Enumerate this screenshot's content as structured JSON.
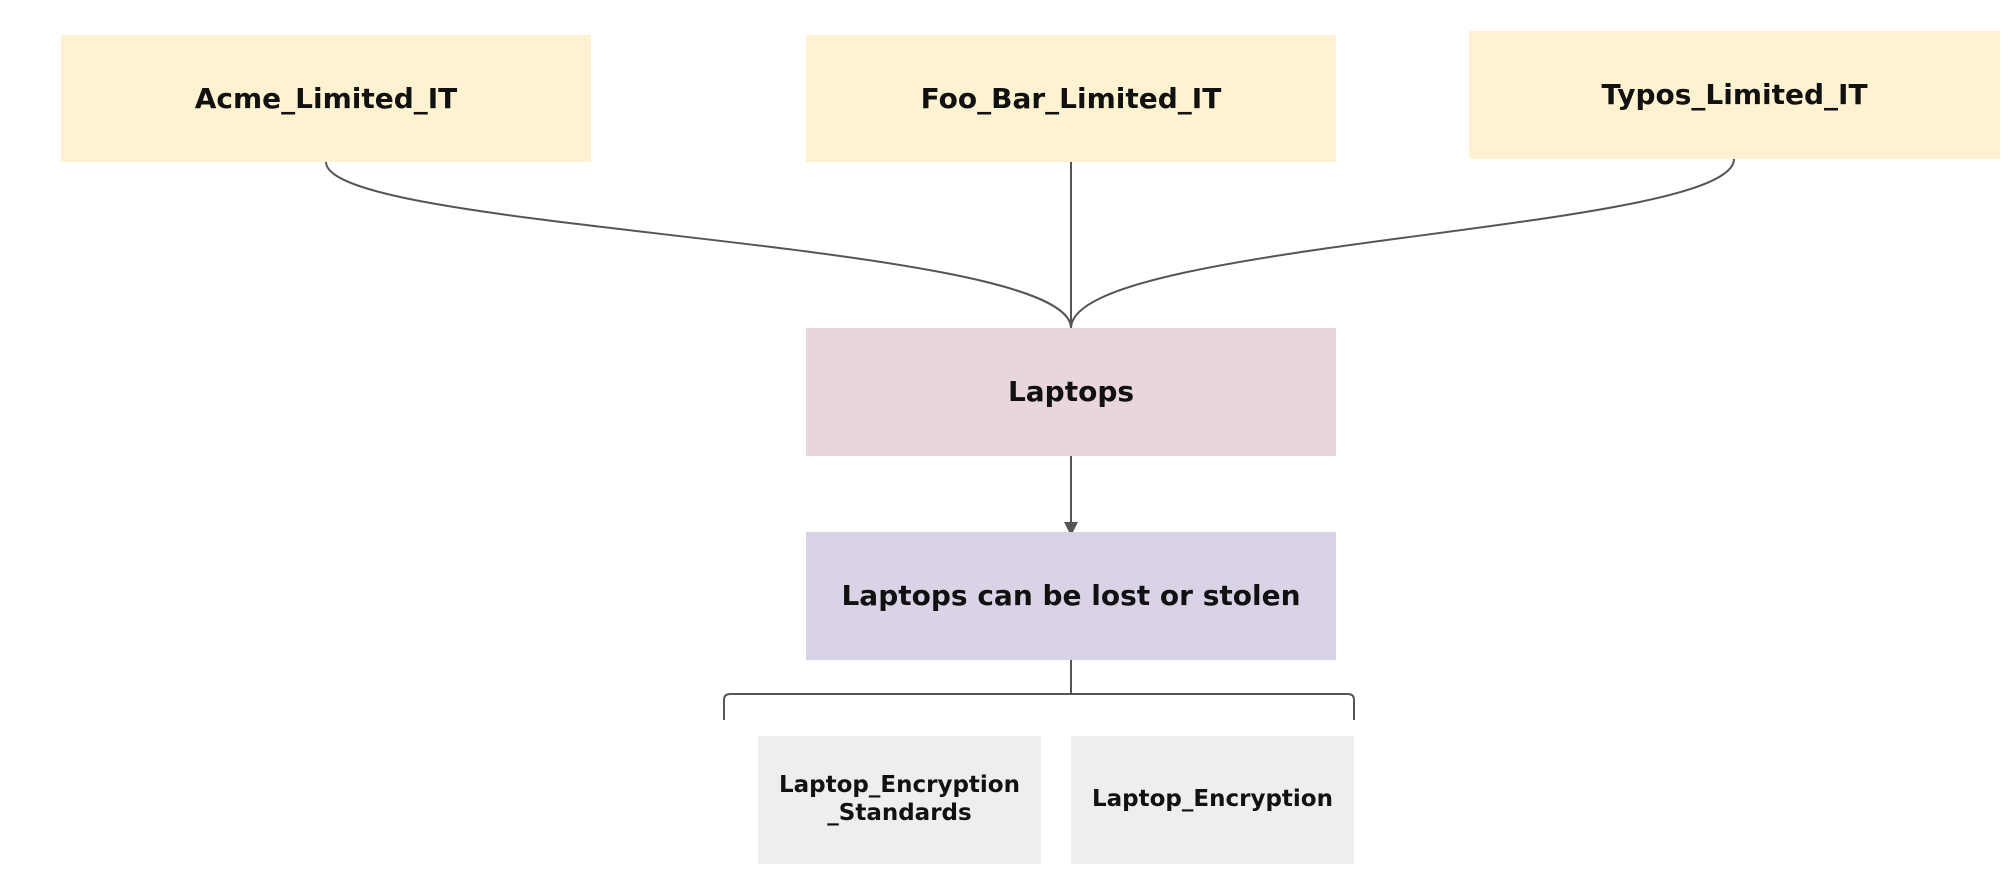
{
  "diagram": {
    "organizations": [
      {
        "label": "Acme_Limited_IT"
      },
      {
        "label": "Foo_Bar_Limited_IT"
      },
      {
        "label": "Typos_Limited_IT"
      }
    ],
    "asset": {
      "label": "Laptops"
    },
    "risk": {
      "label": "Laptops can be lost or stolen"
    },
    "controls": [
      {
        "label": "Laptop_Encryption\n_Standards"
      },
      {
        "label": "Laptop_Encryption"
      }
    ]
  },
  "colors": {
    "organization_fill": "#fef2d0",
    "asset_fill": "#e8d5dd",
    "risk_fill": "#dad3e7",
    "control_fill": "#eeeeee",
    "connector": "#555555",
    "text": "#111111"
  }
}
